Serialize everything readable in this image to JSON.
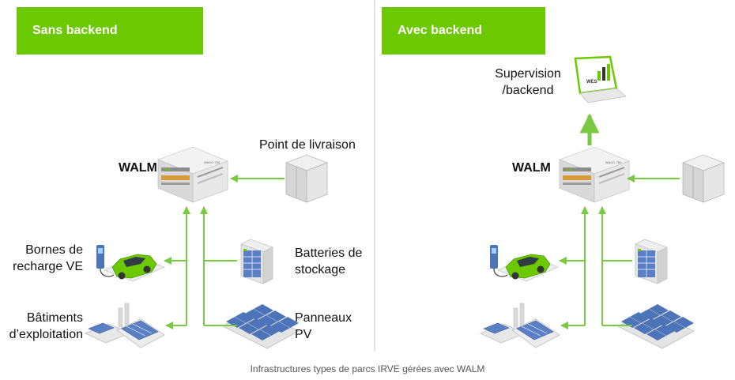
{
  "left_panel": {
    "title": "Sans backend",
    "walm": "WALM",
    "delivery_point": "Point de livraison",
    "ev_chargers": [
      "Bornes de",
      "recharge VE"
    ],
    "batteries": [
      "Batteries de",
      "stockage"
    ],
    "buildings": [
      "Bâtiments",
      "d’exploitation"
    ],
    "solar": [
      "Panneaux",
      "PV"
    ]
  },
  "right_panel": {
    "title": "Avec backend",
    "walm": "WALM",
    "supervision": [
      "Supervision",
      "/backend"
    ],
    "screen_badge": "WES"
  },
  "device_label": "WAGO 750",
  "caption": "Infrastructures types de parcs IRVE gérées avec WALM",
  "colors": {
    "accent": "#6cc800",
    "arrow": "#7ac943",
    "divider": "#c8c8c8"
  }
}
